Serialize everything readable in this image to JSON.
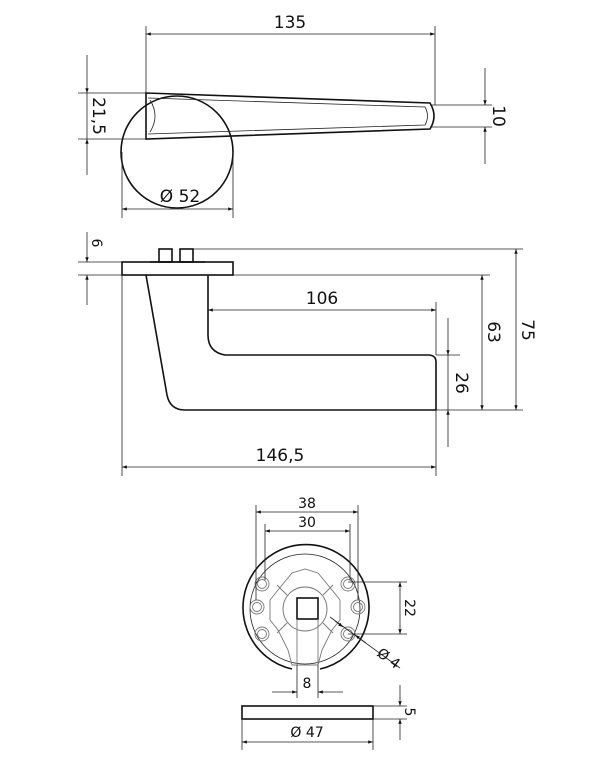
{
  "top_view": {
    "length": "135",
    "width_base": "21,5",
    "width_tip": "10",
    "rose_diameter": "Ø 52"
  },
  "side_view": {
    "rose_thickness": "6",
    "grip_length": "106",
    "grip_height": "26",
    "drop_height": "63",
    "total_height": "75",
    "total_length": "146,5"
  },
  "rose_view": {
    "screw_spacing_outer": "38",
    "screw_spacing_inner": "30",
    "screw_vertical_spacing": "22",
    "screw_hole_diameter": "Ø 4",
    "spindle_width": "8",
    "cover_thickness": "5",
    "cover_diameter": "Ø 47"
  }
}
